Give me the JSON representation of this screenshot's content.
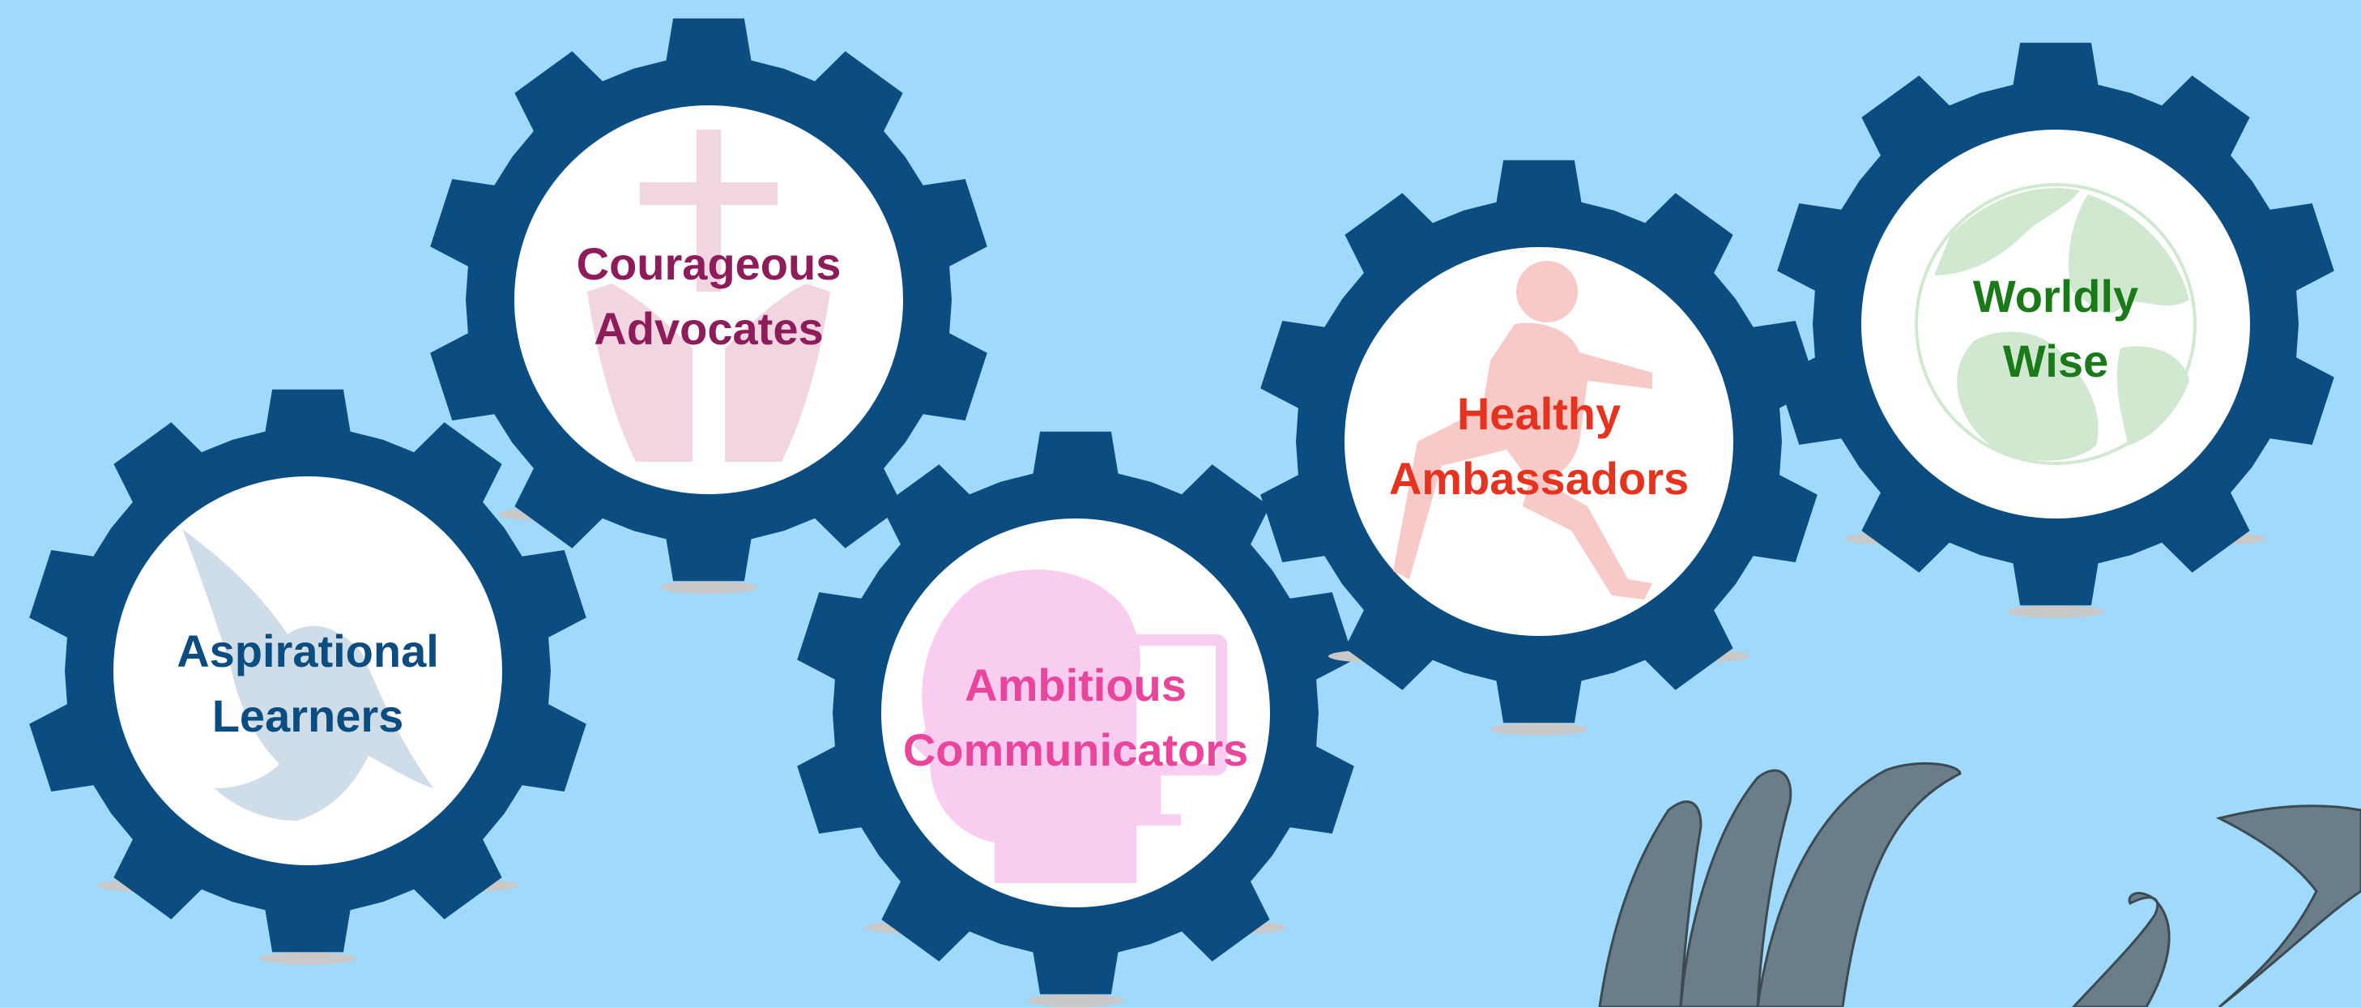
{
  "colors": {
    "background": "#9fd9fb",
    "gear": "#0b4d80",
    "gear_inner": "#ffffff",
    "shadow": "#c9c9c9",
    "hand_shape": "#6a7e8a"
  },
  "gears": [
    {
      "id": "aspirational-learners",
      "icon": "dove-icon",
      "line1": "Aspirational",
      "line2": "Learners",
      "text_color": "#0b4d80",
      "icon_color": "#cfdde8"
    },
    {
      "id": "courageous-advocates",
      "icon": "cross-hands-icon",
      "line1": "Courageous",
      "line2": "Advocates",
      "text_color": "#8e1b5a",
      "icon_color": "#f1d6e1"
    },
    {
      "id": "ambitious-communicators",
      "icon": "speaking-head-icon",
      "line1": "Ambitious",
      "line2": "Communicators",
      "text_color": "#e8459b",
      "icon_color": "#f8cdf0"
    },
    {
      "id": "healthy-ambassadors",
      "icon": "running-child-icon",
      "line1": "Healthy",
      "line2": "Ambassadors",
      "text_color": "#e5331f",
      "icon_color": "#f7c9c7"
    },
    {
      "id": "worldly-wise",
      "icon": "globe-icon",
      "line1": "Worldly",
      "line2": "Wise",
      "text_color": "#1a7a1a",
      "icon_color": "#cfe8cf"
    }
  ]
}
